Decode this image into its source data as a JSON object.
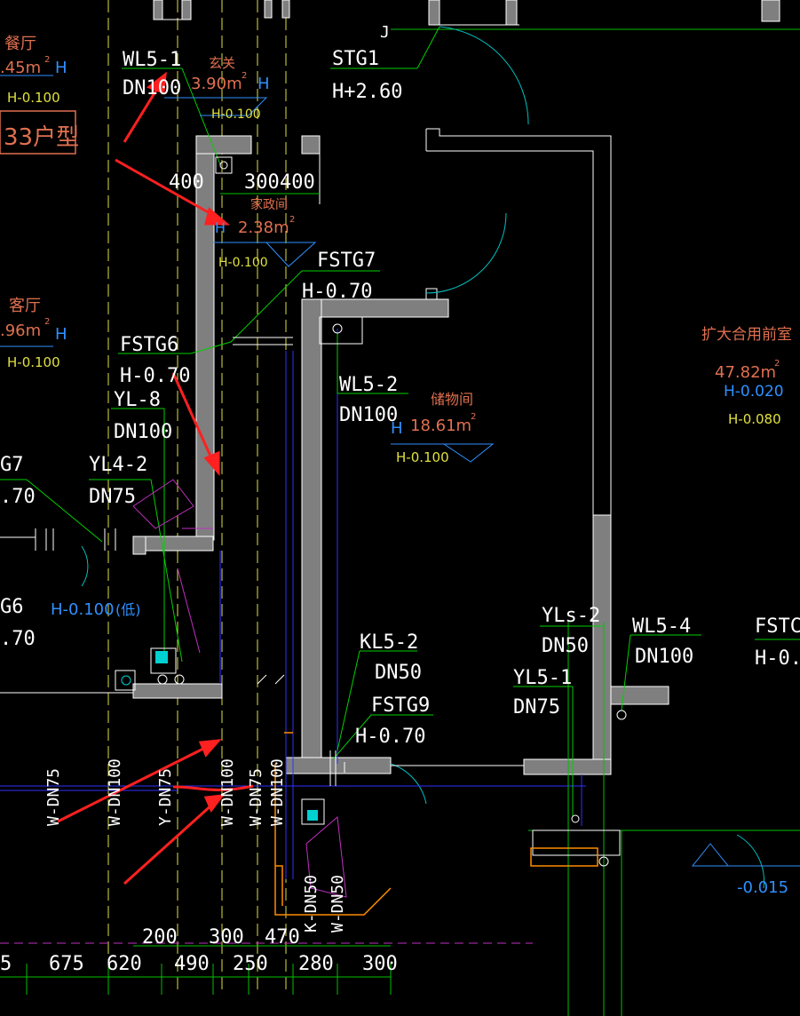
{
  "colors": {
    "background": "#000000",
    "wall": "#7f7f7f",
    "wall_outline": "#ffffff",
    "pipe_label": "#ffffff",
    "leader": "#00d000",
    "room_name": "#e07050",
    "elevation": "#e0e040",
    "area_mark": "#3090ff",
    "axis_dash": "#e0e040",
    "dim_line": "#00c000",
    "arrow": "#ff2020",
    "pipe_blue": "#3030ff",
    "magenta": "#c030c0",
    "orange": "#ff8c00",
    "cyan": "#00d0d0"
  },
  "rooms": {
    "dining": {
      "name": "餐厅",
      "area": ".45m",
      "sup": "2",
      "h": "H",
      "elev": "H-0.100"
    },
    "foyer": {
      "name": "玄关",
      "area": "3.90m",
      "sup": "2",
      "h": "H",
      "elev": "H-0.100"
    },
    "unit_type": "33户型",
    "laundry": {
      "name": "家政间",
      "area": "2.38m",
      "sup": "2",
      "h": "H",
      "elev": "H-0.100"
    },
    "living": {
      "name": "客厅",
      "area": ".96m",
      "sup": "2",
      "h": "H",
      "elev": "H-0.100"
    },
    "storage": {
      "name": "储物间",
      "area": "18.61m",
      "sup": "2",
      "h": "H",
      "elev": "H-0.100"
    },
    "lobby": {
      "name": "扩大合用前室",
      "area": "47.82m",
      "sup": "2",
      "elev_blue": "H-0.020",
      "elev": "H-0.080"
    },
    "blue_elev": "H-0.100",
    "blue_elev_note": "(低)",
    "lower_right_elev": "-0.015"
  },
  "pipes": [
    {
      "code": "WL5-1",
      "size": "DN100"
    },
    {
      "code": "STG1",
      "size": "H+2.60"
    },
    {
      "code": "FSTG7",
      "size": "H-0.70"
    },
    {
      "code": "FSTG6",
      "size": "H-0.70"
    },
    {
      "code": "WL5-2",
      "size": "DN100"
    },
    {
      "code": "YL-8",
      "size": "DN100"
    },
    {
      "code": "G7",
      "size": ".70"
    },
    {
      "code": "YL4-2",
      "size": "DN75"
    },
    {
      "code": "G6",
      "size": ".70"
    },
    {
      "code": "YLs-2",
      "size": "DN50"
    },
    {
      "code": "WL5-4",
      "size": "DN100"
    },
    {
      "code": "FSTC",
      "size": "H-0."
    },
    {
      "code": "KL5-2",
      "size": "DN50"
    },
    {
      "code": "FSTG9",
      "size": "H-0.70"
    },
    {
      "code": "YL5-1",
      "size": "DN75"
    }
  ],
  "dims_top": [
    "400",
    "300",
    "400"
  ],
  "vertical_pipe_labels": [
    "W-DN75",
    "W-DN100",
    "Y-DN75",
    "W-DN100",
    "W-DN75",
    "W-DN100"
  ],
  "riser_labels": [
    "K-DN50",
    "W-DN50"
  ],
  "dims_mid": [
    "200",
    "300",
    "470"
  ],
  "dims_bottom": [
    "5",
    "675",
    "620",
    "490",
    "250",
    "280",
    "300"
  ],
  "corner_letter": "J"
}
